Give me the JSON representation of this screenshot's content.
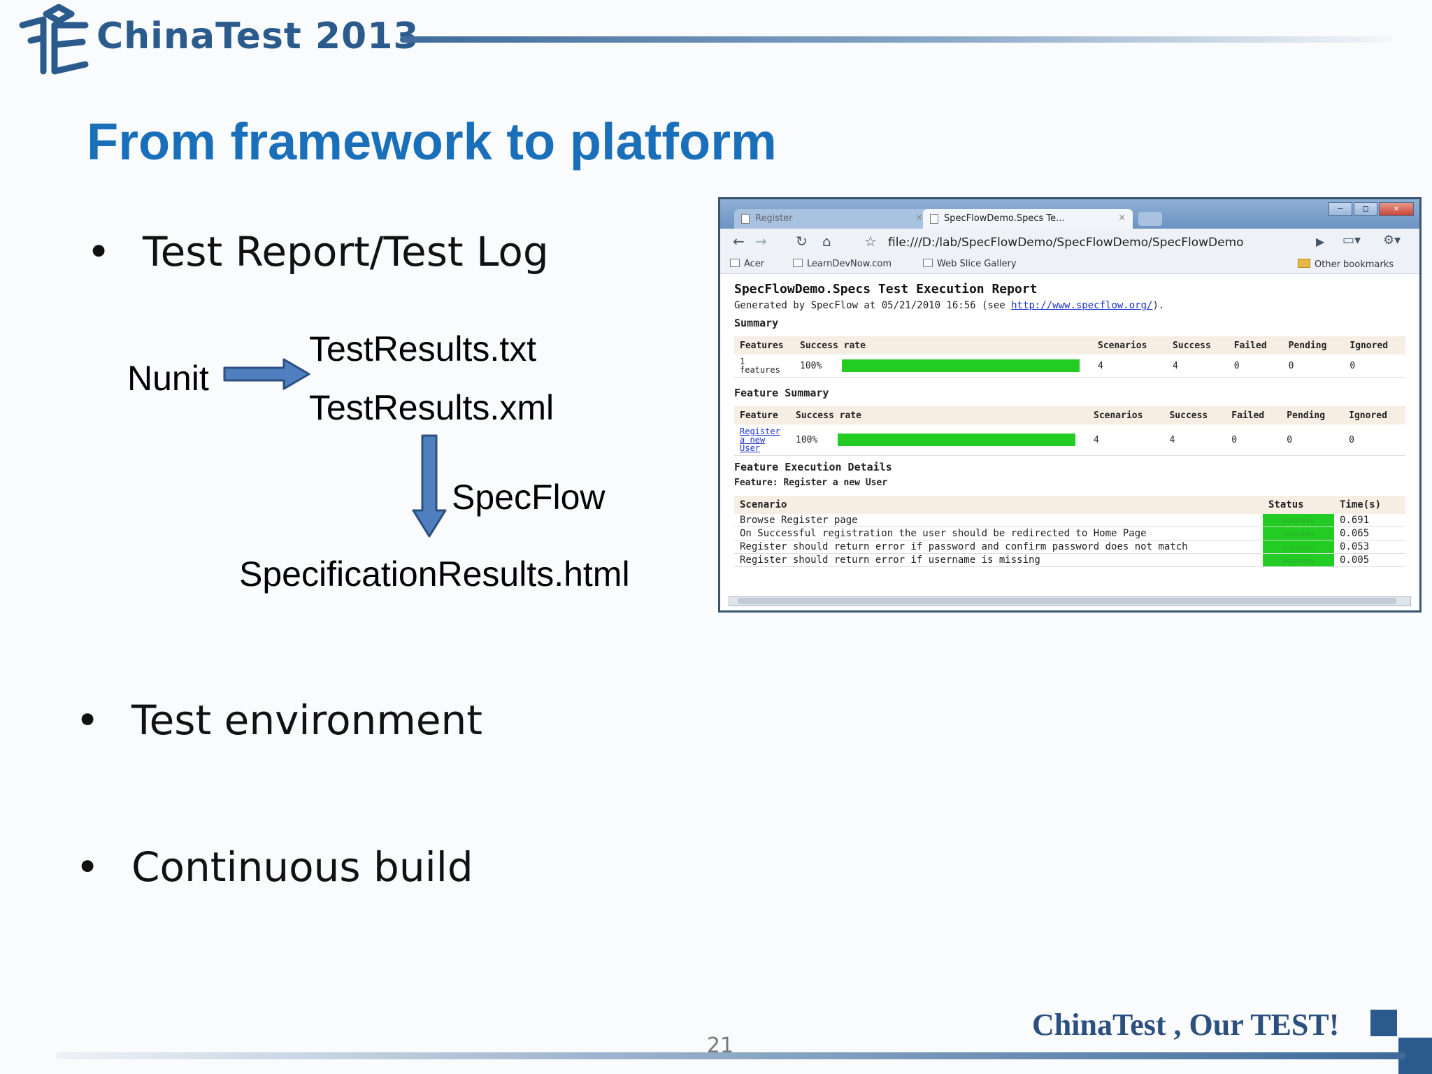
{
  "header": {
    "logo_text": "ChinaTest 2013"
  },
  "slide": {
    "title": "From framework to platform",
    "bullets": [
      "Test Report/Test Log",
      "Test environment",
      "Continuous build"
    ],
    "flow": {
      "source": "Nunit",
      "output_txt": "TestResults.txt",
      "output_xml": "TestResults.xml",
      "tool": "SpecFlow",
      "result": "SpecificationResults.html"
    }
  },
  "browser": {
    "tabs": [
      {
        "label": "Register",
        "active": false
      },
      {
        "label": "SpecFlowDemo.Specs Te...",
        "active": true
      }
    ],
    "address": "file:///D:/lab/SpecFlowDemo/SpecFlowDemo/SpecFlowDemo",
    "bookmarks": [
      "Acer",
      "LearnDevNow.com",
      "Web Slice Gallery"
    ],
    "other_bookmarks": "Other bookmarks",
    "report": {
      "title": "SpecFlowDemo.Specs Test Execution Report",
      "generated_prefix": "Generated by SpecFlow at 05/21/2010 16:56 (see ",
      "generated_link": "http://www.specflow.org/",
      "generated_suffix": ").",
      "summary_heading": "Summary",
      "summary_headers": [
        "Features",
        "Success rate",
        "Scenarios",
        "Success",
        "Failed",
        "Pending",
        "Ignored"
      ],
      "summary_row": {
        "features": "1 features",
        "rate": "100%",
        "rate_value": 1.0,
        "scenarios": "4",
        "success": "4",
        "failed": "0",
        "pending": "0",
        "ignored": "0"
      },
      "feature_summary_heading": "Feature Summary",
      "feature_headers": [
        "Feature",
        "Success rate",
        "Scenarios",
        "Success",
        "Failed",
        "Pending",
        "Ignored"
      ],
      "feature_row": {
        "feature": "Register a new User",
        "rate": "100%",
        "rate_value": 1.0,
        "scenarios": "4",
        "success": "4",
        "failed": "0",
        "pending": "0",
        "ignored": "0"
      },
      "details_heading": "Feature Execution Details",
      "feature_label": "Feature: Register a new User",
      "scenario_headers": [
        "Scenario",
        "Status",
        "Time(s)"
      ],
      "scenarios": [
        {
          "name": "Browse Register page",
          "status": "success",
          "time": "0.691"
        },
        {
          "name": "On Successful registration the user should be redirected to Home Page",
          "status": "success",
          "time": "0.065"
        },
        {
          "name": "Register should return error if password and confirm password does not match",
          "status": "success",
          "time": "0.053"
        },
        {
          "name": "Register should return error if username is missing",
          "status": "success",
          "time": "0.005"
        }
      ]
    }
  },
  "footer": {
    "brand": "ChinaTest , Our TEST!",
    "page_number": "21"
  },
  "colors": {
    "title_blue": "#1a6fba",
    "logo_blue": "#2b5b8c",
    "arrow_blue": "#4f7fbf",
    "success_green": "#22cc22"
  }
}
